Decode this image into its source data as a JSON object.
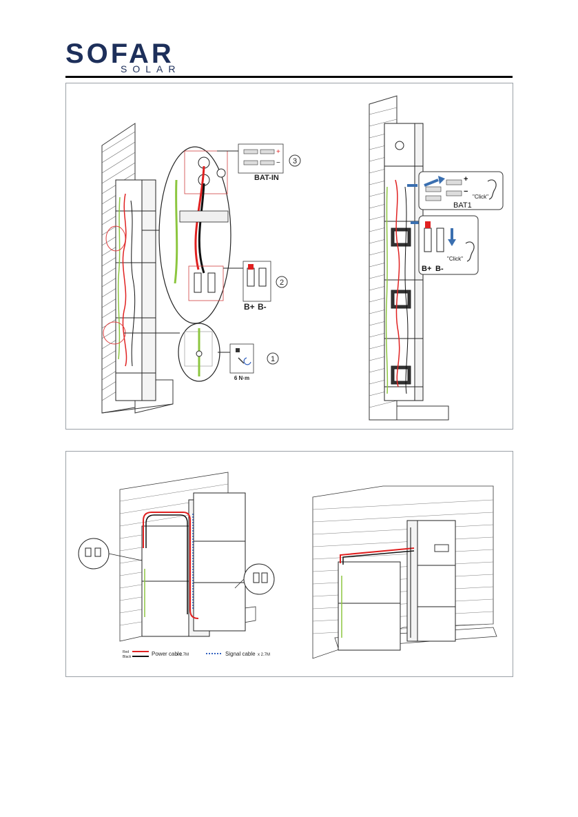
{
  "header": {
    "logo_text": "SOFAR",
    "logo_sub": "SOLAR",
    "brand_color": "#1d2f5a",
    "accent_color": "#e8b020"
  },
  "figure1": {
    "step3_number": "3",
    "step3_label": "BAT-IN",
    "step2_number": "2",
    "step2_b_plus": "B+",
    "step2_b_minus": "B-",
    "step1_number": "1",
    "step1_torque": "6 N·m",
    "right_plus": "+",
    "right_minus": "−",
    "right_bat1": "BAT1",
    "right_click_top": "\"Click\"",
    "right_click_bottom": "\"Click\"",
    "right_b_plus": "B+",
    "right_b_minus": "B-"
  },
  "figure2": {
    "legend_red": "Red",
    "legend_black": "Black",
    "power_cable_label": "Power cable",
    "power_cable_qty": "x 2.7M",
    "signal_cable_label": "Signal cable",
    "signal_cable_qty": "x 2.7M",
    "colors": {
      "power_red": "#e02020",
      "signal_blue": "#3060c0",
      "ground_green": "#8cc63f"
    }
  }
}
